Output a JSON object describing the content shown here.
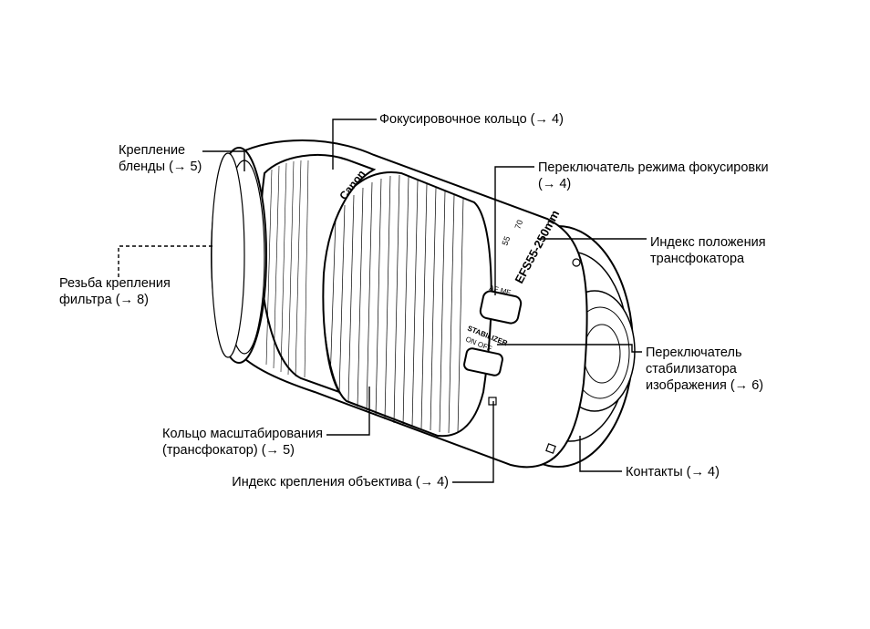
{
  "lens": {
    "brand_text": "Canon",
    "model_text": "EFS55-250mm",
    "zoom_marks": [
      "55",
      "70"
    ],
    "af_mf_text": "AF   MF",
    "stabilizer_text": "STABILIZER",
    "on_off_text": "ON   OFF"
  },
  "labels": {
    "focus_ring": "Фокусировочное кольцо (→ 4)",
    "hood_mount": [
      "Крепление",
      "бленды (→ 5)"
    ],
    "focus_mode_switch": [
      "Переключатель режима фокусировки",
      "(→ 4)"
    ],
    "zoom_position_index": [
      "Индекс положения",
      "трансфокатора"
    ],
    "filter_thread": [
      "Резьба крепления",
      "фильтра (→ 8)"
    ],
    "stabilizer_switch": [
      "Переключатель",
      "стабилизатора",
      "изображения (→ 6)"
    ],
    "zoom_ring": [
      "Кольцо масштабирования",
      "(трансфокатор) (→ 5)"
    ],
    "contacts": "Контакты (→ 4)",
    "mount_index": "Индекс крепления объектива (→ 4)"
  }
}
